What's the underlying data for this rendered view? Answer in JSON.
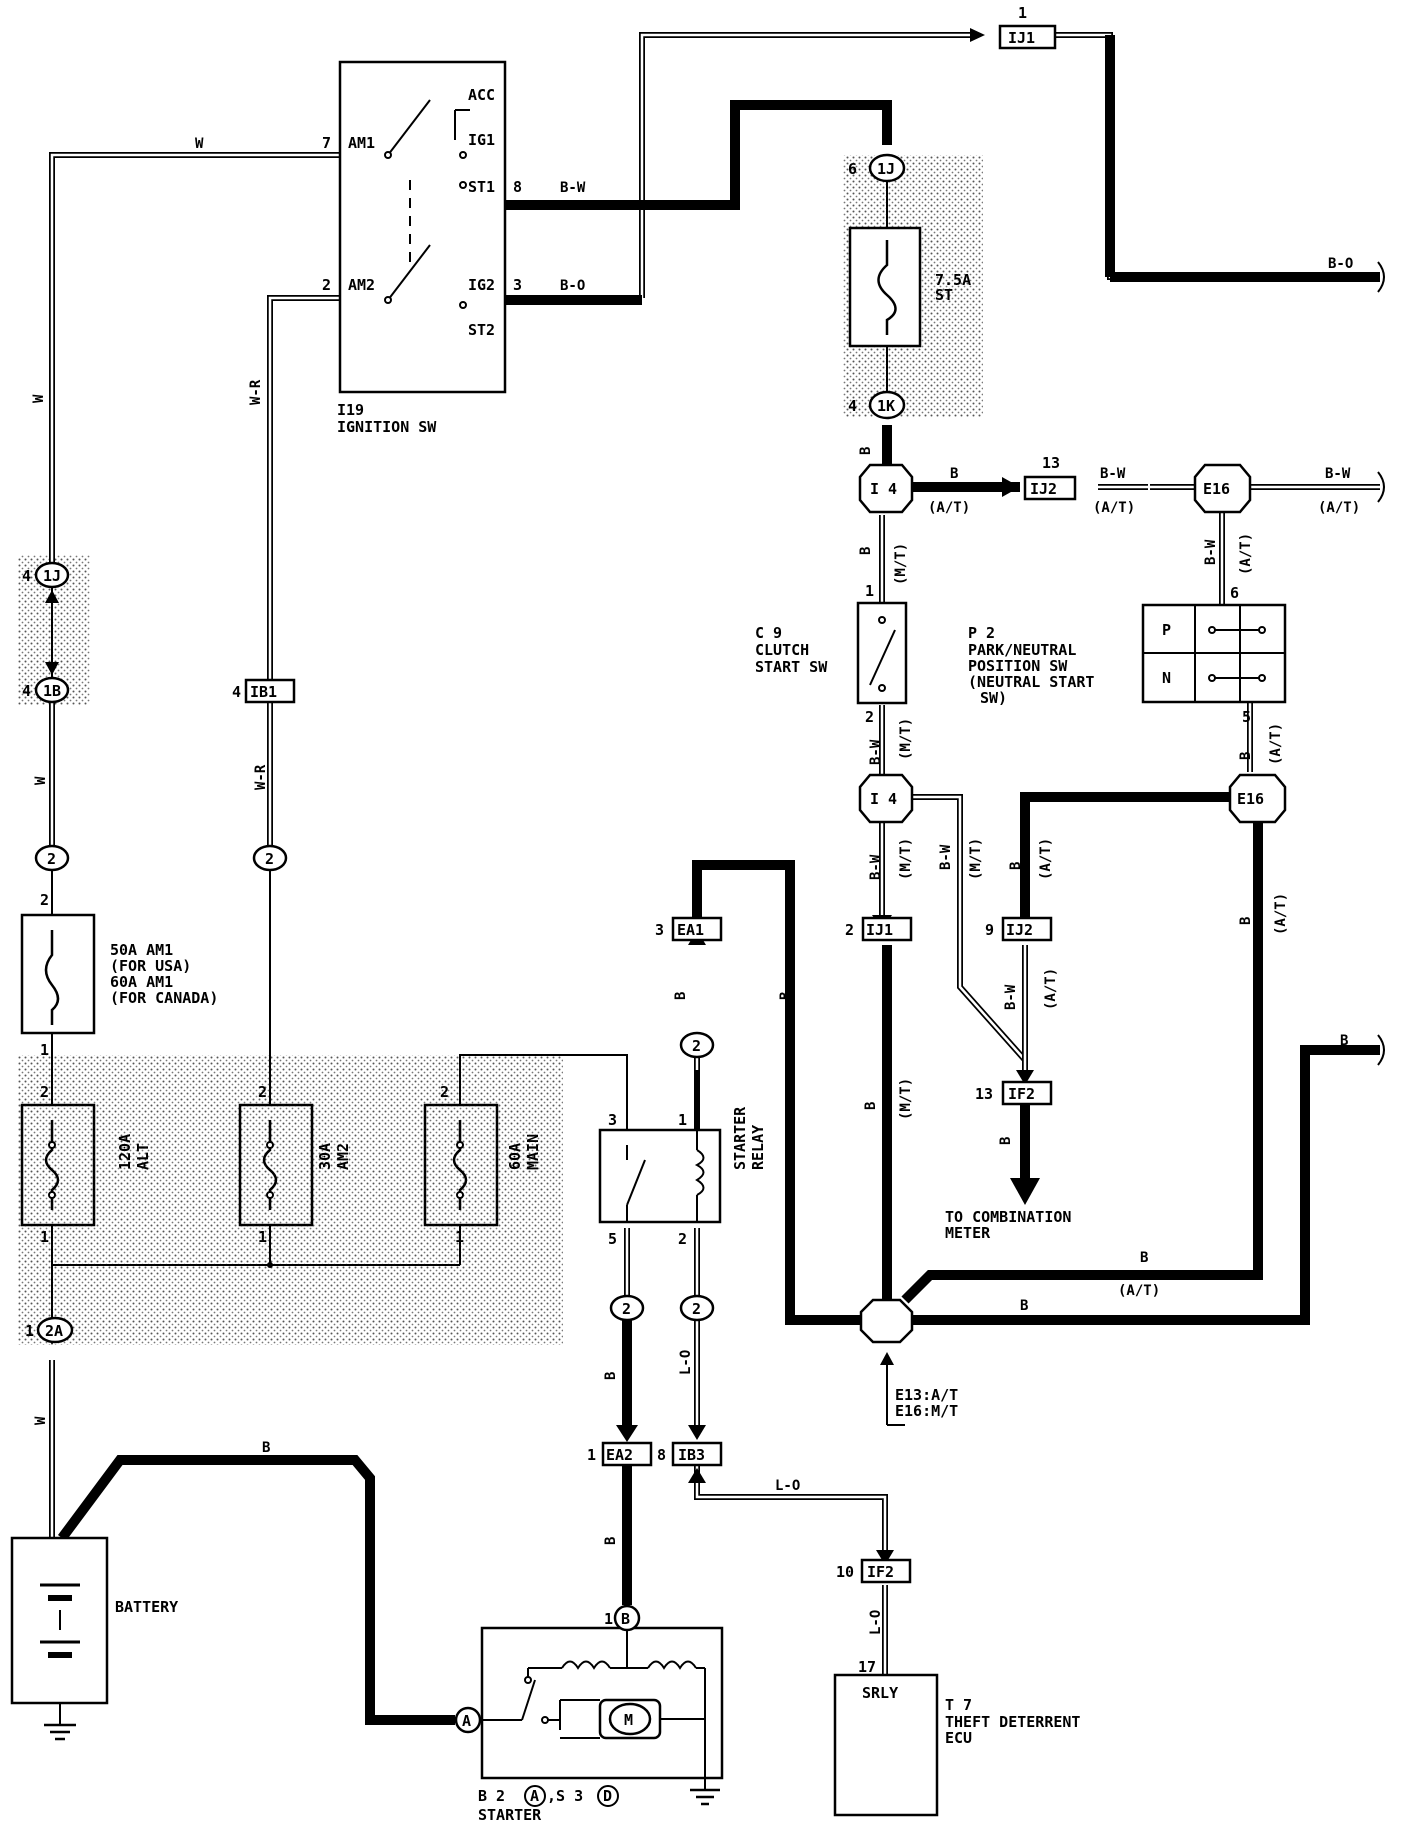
{
  "components": {
    "ignition_sw": {
      "id": "I19",
      "name": "IGNITION SW",
      "terminals": [
        "ACC",
        "IG1",
        "ST1",
        "AM1",
        "AM2",
        "IG2",
        "ST2"
      ]
    },
    "fuse_st": {
      "rating": "7.5A",
      "name": "ST"
    },
    "fuse_am1": {
      "rating": "50A AM1",
      "note1": "(FOR USA)",
      "rating2": "60A AM1",
      "note2": "(FOR CANADA)"
    },
    "fuse_alt": {
      "rating": "120A",
      "name": "ALT"
    },
    "fuse_am2": {
      "rating": "30A",
      "name": "AM2"
    },
    "fuse_main": {
      "rating": "60A",
      "name": "MAIN"
    },
    "clutch_sw": {
      "id": "C 9",
      "line1": "CLUTCH",
      "line2": "START SW"
    },
    "pn_sw": {
      "id": "P 2",
      "line1": "PARK/NEUTRAL",
      "line2": "POSITION SW",
      "line3": "(NEUTRAL START",
      "line4": "SW)",
      "p": "P",
      "n": "N"
    },
    "starter_relay": {
      "line1": "STARTER",
      "line2": "RELAY"
    },
    "battery": {
      "name": "BATTERY"
    },
    "starter": {
      "id": "B 2",
      "a": "A",
      "sep": ",S 3",
      "d": "D",
      "name": "STARTER",
      "term_a": "A",
      "term_b": "B",
      "motor": "M"
    },
    "theft_ecu": {
      "id": "T 7",
      "line1": "THEFT DETERRENT",
      "line2": "ECU",
      "terminal": "SRLY"
    },
    "combination_meter": {
      "line1": "TO COMBINATION",
      "line2": "METER"
    },
    "ground_point": {
      "line1": "E13:A/T",
      "line2": "E16:M/T"
    }
  },
  "connectors": {
    "ij1_top": "IJ1",
    "ij2_top": "IJ2",
    "e16_top": "E16",
    "i4_top": "I 4",
    "i4_mid": "I 4",
    "e16_mid": "E16",
    "ij1_mid": "IJ1",
    "ij2_mid": "IJ2",
    "if2_mid": "IF2",
    "ea1": "EA1",
    "ea2": "EA2",
    "ib3": "IB3",
    "if2_low": "IF2",
    "ib1": "IB1",
    "round_1j": "1J",
    "round_1k": "1K",
    "round_1j_left": "1J",
    "round_1b": "1B",
    "round_2": "2",
    "round_2a": "2A"
  },
  "wire_colors": {
    "w": "W",
    "wr": "W-R",
    "bw": "B-W",
    "bo": "B-O",
    "b": "B",
    "lo": "L-O",
    "at": "(A/T)",
    "mt": "(M/T)"
  },
  "pins": {
    "p1": "1",
    "p2": "2",
    "p3": "3",
    "p4": "4",
    "p5": "5",
    "p6": "6",
    "p7": "7",
    "p8": "8",
    "p9": "9",
    "p10": "10",
    "p13": "13",
    "p17": "17"
  }
}
